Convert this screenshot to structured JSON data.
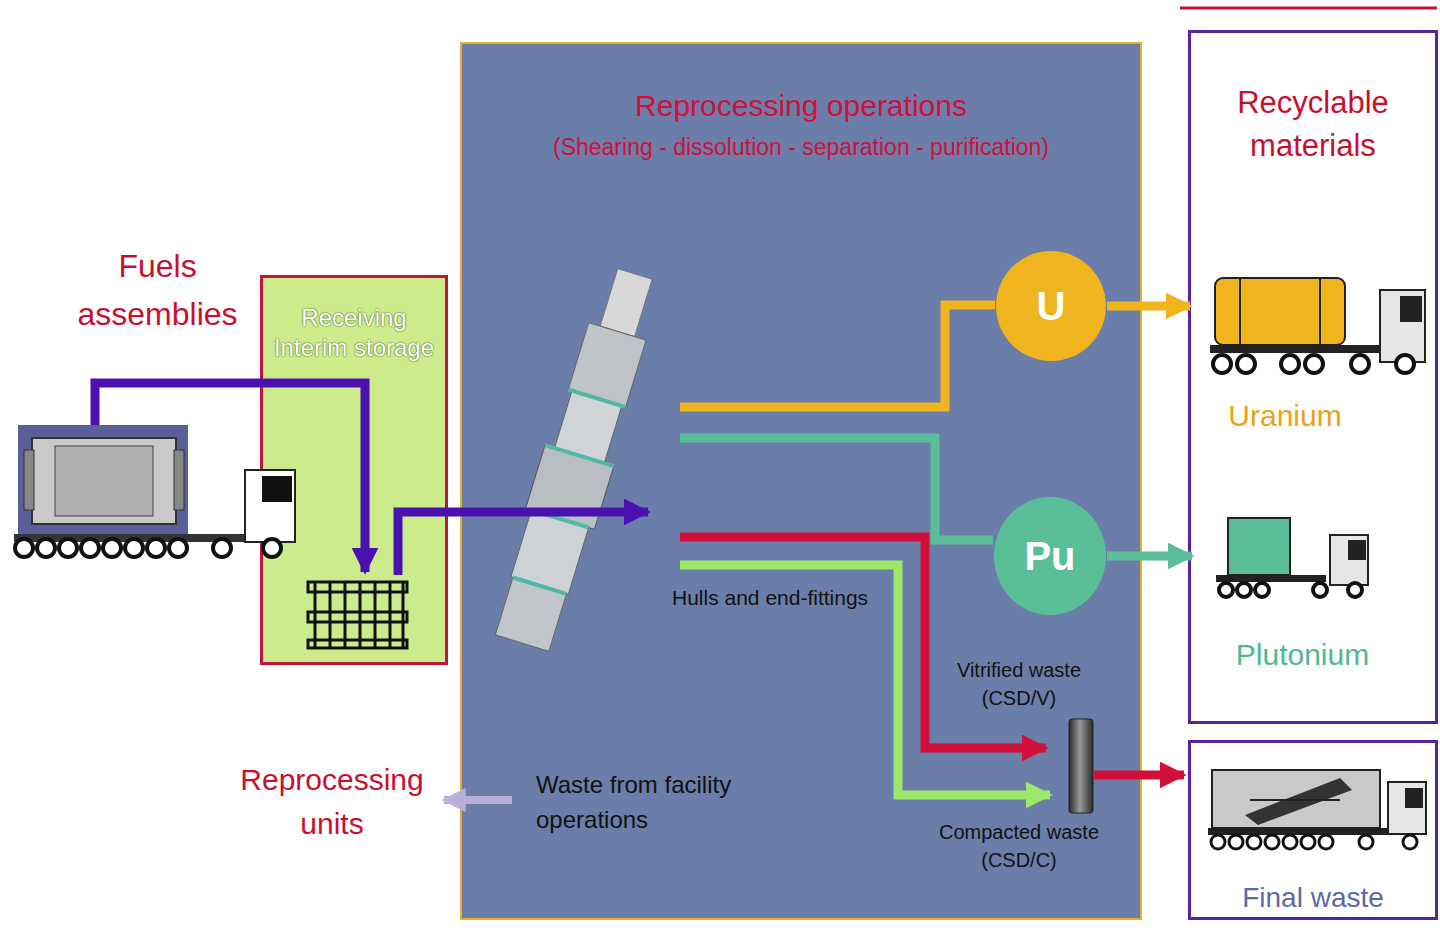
{
  "diagram": {
    "nodes": [
      {
        "text": [
          "Fuels assemblies"
        ]
      },
      {
        "text": [
          "Receiving Interim storage"
        ]
      },
      {
        "text": [
          "Reprocessing operations",
          "(Shearing - dissolution - separation - purification)"
        ]
      },
      {
        "text": [
          "U"
        ],
        "in": 2
      },
      {
        "text": [
          "Pu"
        ],
        "in": 2
      },
      {
        "text": [
          "Vitrified waste (CSD/V)",
          "Compacted waste (CSD/C)"
        ],
        "in": 2
      },
      {
        "text": [
          "Recyclable materials"
        ]
      },
      {
        "text": [
          "Uranium"
        ],
        "in": 6
      },
      {
        "text": [
          "Plutonium"
        ],
        "in": 6
      },
      {
        "text": [
          "Final waste"
        ]
      }
    ],
    "edges": [
      {
        "from": 0,
        "to": 1,
        "arrow": "to"
      },
      {
        "from": 1,
        "to": 2,
        "arrow": "to"
      },
      {
        "from": 3,
        "to": 7,
        "arrow": "to"
      },
      {
        "from": 4,
        "to": 8,
        "arrow": "to"
      },
      {
        "from": 5,
        "to": 9,
        "arrow": "to"
      }
    ],
    "labels": [
      "Hulls and end-fittings",
      "Waste from facility operations",
      "Reprocessing units"
    ]
  }
}
